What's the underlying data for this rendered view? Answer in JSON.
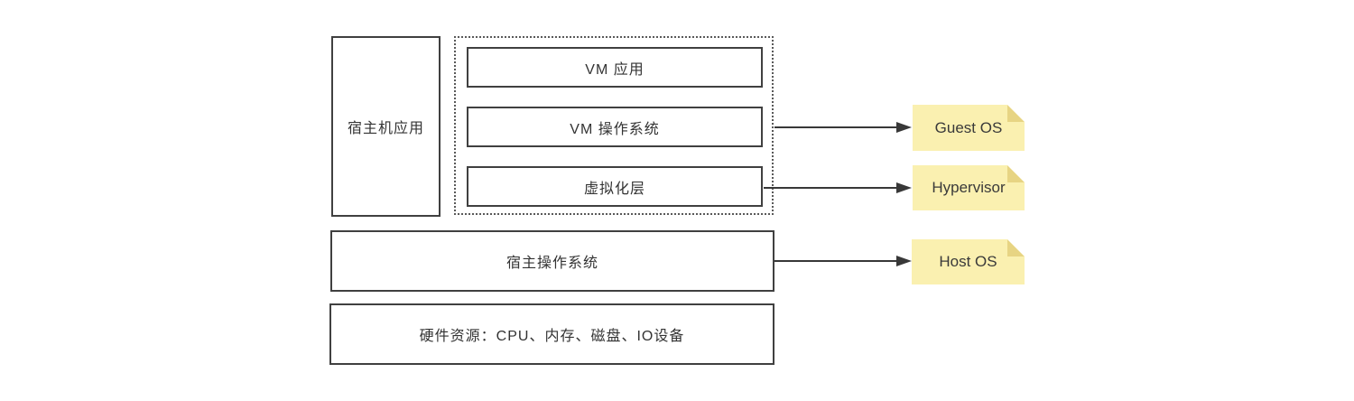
{
  "diagram": {
    "host_app_box": {
      "label": "宿主机应用"
    },
    "vm_stack": {
      "layers": [
        {
          "label": "VM 应用"
        },
        {
          "label": "VM 操作系统"
        },
        {
          "label": "虚拟化层"
        }
      ]
    },
    "host_os_box": {
      "label": "宿主操作系统"
    },
    "hardware_box": {
      "label": "硬件资源：CPU、内存、磁盘、IO设备"
    },
    "notes": [
      {
        "label": "Guest OS"
      },
      {
        "label": "Hypervisor"
      },
      {
        "label": "Host OS"
      }
    ],
    "colors": {
      "note_fill": "#FAF0B0",
      "note_fold": "#E7D483",
      "box_border": "#404040",
      "arrow": "#383838",
      "text": "#333333"
    }
  }
}
